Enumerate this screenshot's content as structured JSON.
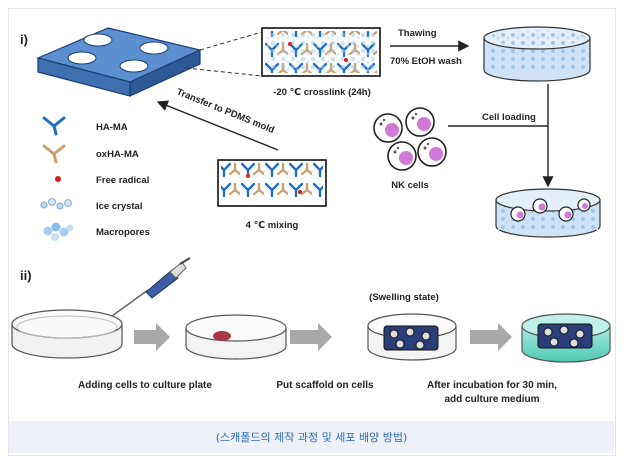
{
  "panel_i": {
    "label": "i)",
    "crosslink_label": "-20 ℃ crosslink (24h)",
    "thawing_label": "Thawing",
    "wash_label": "70% EtOH wash",
    "transfer_label": "Transfer to PDMS mold",
    "mixing_label": "4 ℃ mixing",
    "cell_loading_label": "Cell loading",
    "nk_cells_label": "NK cells",
    "legend": [
      {
        "icon": "ha-ma-icon",
        "label": "HA-MA"
      },
      {
        "icon": "oxha-ma-icon",
        "label": "oxHA-MA"
      },
      {
        "icon": "free-radical-icon",
        "label": "Free radical"
      },
      {
        "icon": "ice-crystal-icon",
        "label": "Ice crystal"
      },
      {
        "icon": "macropores-icon",
        "label": "Macropores"
      }
    ]
  },
  "panel_ii": {
    "label": "ii)",
    "step1_label": "Adding cells to culture plate",
    "step2_label": "Put scaffold on cells",
    "swelling_label": "(Swelling state)",
    "step3_line1": "After incubation for 30 min,",
    "step3_line2": "add culture medium"
  },
  "colors": {
    "ha_ma": "#1f6fc4",
    "oxha_ma": "#c9a070",
    "radical": "#d81b1b",
    "mold": "#5b8fd0",
    "nk_cell": "#cf7ad6",
    "medium": "#6fd6c4",
    "arrow_gray": "#a8a8a8"
  },
  "caption": "(스캐폴드의 제작 과정 및 세포 배양 방법)"
}
